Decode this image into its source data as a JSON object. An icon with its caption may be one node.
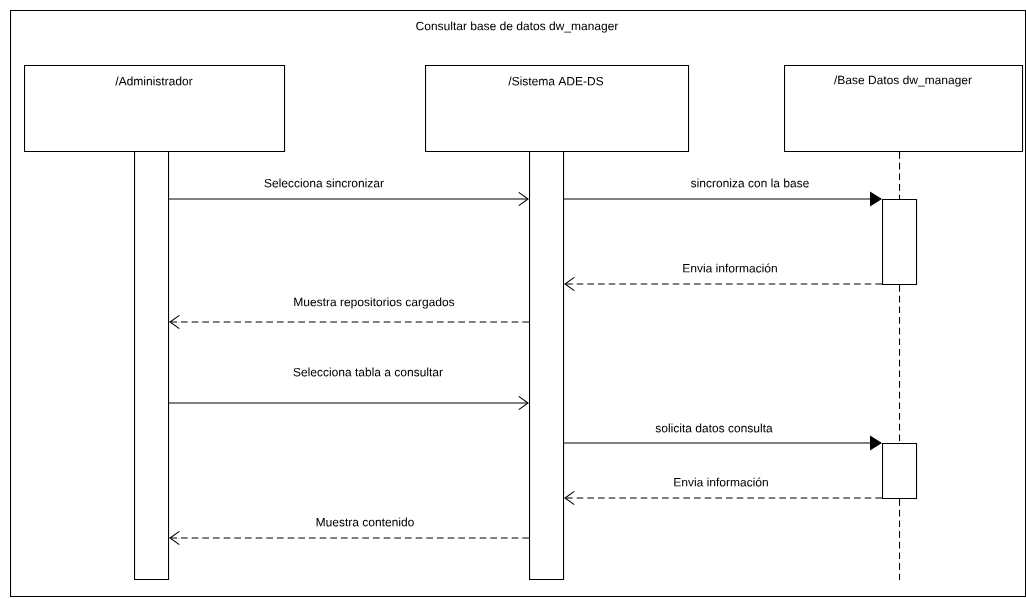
{
  "diagram": {
    "nodes": [
      {
        "text": [
          "Consultar base de datos dw_manager"
        ]
      },
      {
        "text": [
          "/Administrador"
        ],
        "in": 0
      },
      {
        "text": [
          "/Sistema ADE-DS"
        ],
        "in": 0
      },
      {
        "text": [
          "/Base Datos dw_manager"
        ],
        "in": 0
      },
      {
        "text": [],
        "shape": "bar",
        "in": 0
      },
      {
        "text": [],
        "shape": "bar",
        "in": 0
      },
      {
        "text": [],
        "shape": "bar",
        "in": 0
      },
      {
        "text": [],
        "shape": "bar",
        "in": 0
      }
    ],
    "edges": [
      {
        "from": 4,
        "to": 5,
        "arrow": "to",
        "label": "Selecciona sincronizar"
      },
      {
        "from": 5,
        "to": 6,
        "arrow": "to",
        "label": "sincroniza con la base"
      },
      {
        "from": 6,
        "to": 5,
        "arrow": "to",
        "label": "Envia información",
        "style": "dashed"
      },
      {
        "from": 5,
        "to": 4,
        "arrow": "to",
        "label": "Muestra repositorios cargados",
        "style": "dashed"
      },
      {
        "from": 4,
        "to": 5,
        "arrow": "to",
        "label": "Selecciona tabla a consultar"
      },
      {
        "from": 5,
        "to": 7,
        "arrow": "to",
        "label": "solicita datos consulta"
      },
      {
        "from": 7,
        "to": 5,
        "arrow": "to",
        "label": "Envia información",
        "style": "dashed"
      },
      {
        "from": 5,
        "to": 4,
        "arrow": "to",
        "label": "Muestra contenido",
        "style": "dashed"
      },
      {
        "from": 3,
        "to": 6,
        "arrow": "none",
        "style": "dashed"
      },
      {
        "from": 6,
        "to": 7,
        "arrow": "none",
        "style": "dashed"
      },
      {
        "from": 7,
        "to": null,
        "arrow": "none",
        "style": "dashed"
      }
    ]
  }
}
